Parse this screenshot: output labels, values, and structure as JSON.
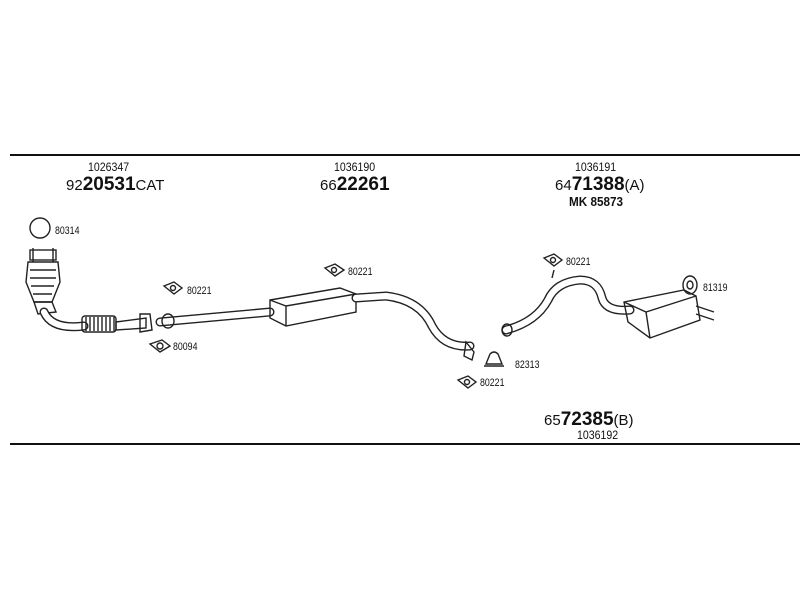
{
  "assemblies": [
    {
      "code": "1026347",
      "part_prefix": "92",
      "part_main": "20531",
      "part_suffix": "CAT"
    },
    {
      "code": "1036190",
      "part_prefix": "66",
      "part_main": "22261",
      "part_suffix": ""
    },
    {
      "code": "1036191",
      "part_prefix": "64",
      "part_main": "71388",
      "part_suffix": "(A)",
      "extra": "MK  85873"
    },
    {
      "code": "1036192",
      "part_prefix": "65",
      "part_main": "72385",
      "part_suffix": "(B)"
    }
  ],
  "parts": {
    "p80314": "80314",
    "p80221_a": "80221",
    "p80094": "80094",
    "p80221_b": "80221",
    "p80221_c": "80221",
    "p82313": "82313",
    "p80221_d": "80221",
    "p81319": "81319"
  }
}
